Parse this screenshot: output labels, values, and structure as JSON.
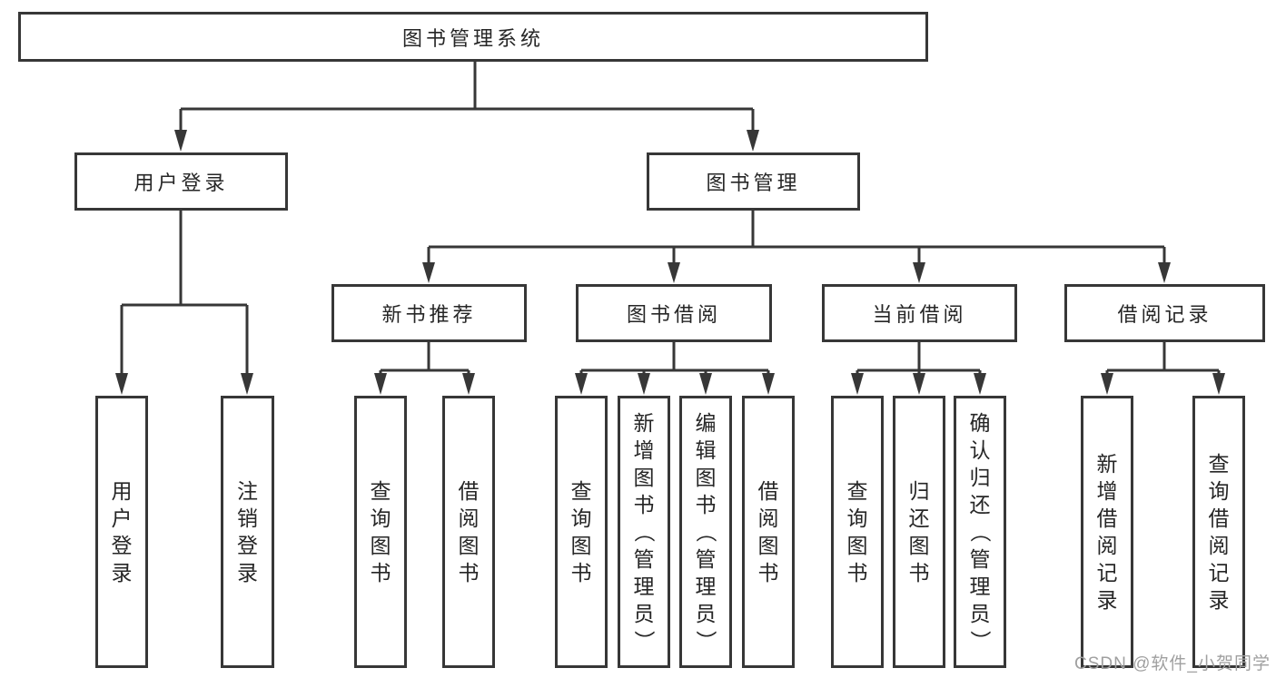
{
  "diagram": {
    "title": "图书管理系统",
    "watermark": "CSDN @软件_小贺同学",
    "colors": {
      "line": "#373737",
      "text": "#262626",
      "watermark": "#a0a0a0",
      "background": "#ffffff"
    },
    "branches": [
      {
        "label": "用户登录",
        "children": [
          {
            "label": "用户登录"
          },
          {
            "label": "注销登录"
          }
        ]
      },
      {
        "label": "图书管理",
        "children": [
          {
            "label": "新书推荐",
            "children": [
              {
                "label": "查询图书"
              },
              {
                "label": "借阅图书"
              }
            ]
          },
          {
            "label": "图书借阅",
            "children": [
              {
                "label": "查询图书"
              },
              {
                "label": "新增图书（管理员）"
              },
              {
                "label": "编辑图书（管理员）"
              },
              {
                "label": "借阅图书"
              }
            ]
          },
          {
            "label": "当前借阅",
            "children": [
              {
                "label": "查询图书"
              },
              {
                "label": "归还图书"
              },
              {
                "label": "确认归还（管理员）"
              }
            ]
          },
          {
            "label": "借阅记录",
            "children": [
              {
                "label": "新增借阅记录"
              },
              {
                "label": "查询借阅记录"
              }
            ]
          }
        ]
      }
    ]
  }
}
